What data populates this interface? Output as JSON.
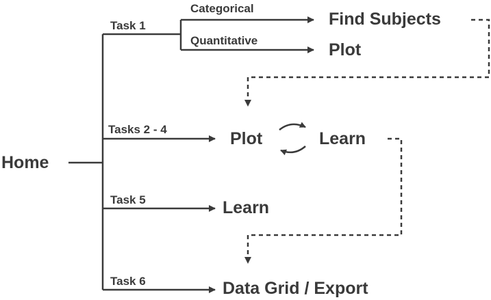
{
  "diagram": {
    "root": "Home",
    "edge_labels": {
      "task1": "Task 1",
      "tasks24": "Tasks 2 - 4",
      "task5": "Task 5",
      "task6": "Task 6",
      "categorical": "Categorical",
      "quantitative": "Quantitative"
    },
    "nodes": {
      "find_subjects": "Find Subjects",
      "plot_top": "Plot",
      "plot_mid": "Plot",
      "learn_mid": "Learn",
      "learn_task5": "Learn",
      "data_grid": "Data Grid / Export"
    },
    "colors": {
      "ink": "#3a3a3a",
      "background": "#ffffff"
    }
  }
}
